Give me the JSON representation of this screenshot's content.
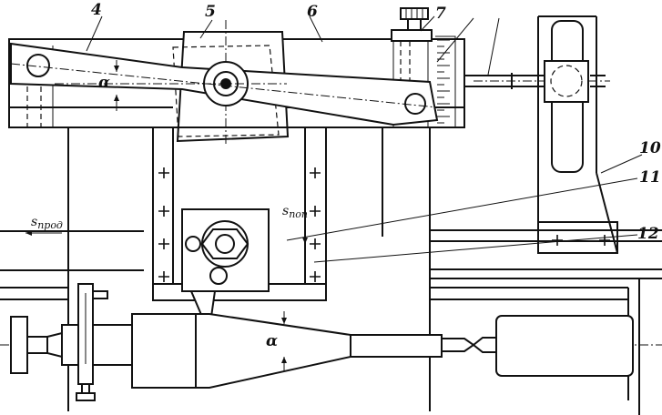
{
  "labels": {
    "l4": "4",
    "l5": "5",
    "l6": "6",
    "l7": "7",
    "l10": "10",
    "l11": "11",
    "l12": "12"
  },
  "angle_symbol": "α",
  "feeds": {
    "longitudinal": {
      "s": "s",
      "sub": "прод"
    },
    "cross": {
      "s": "s",
      "sub": "поп"
    }
  }
}
